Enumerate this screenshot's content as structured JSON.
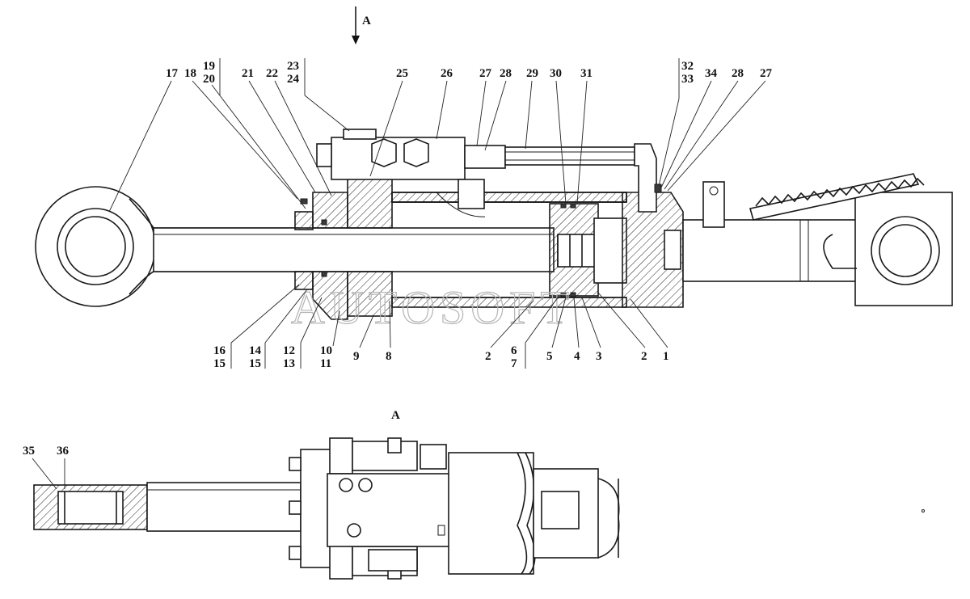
{
  "view_marker": "A",
  "section_title": "A",
  "watermark": "AUTOSOFT",
  "callouts_top": [
    "17",
    "18",
    "19",
    "20",
    "21",
    "22",
    "23",
    "24",
    "25",
    "26",
    "27",
    "28",
    "29",
    "30",
    "31",
    "32",
    "33",
    "34",
    "28",
    "27"
  ],
  "callouts_bottom": [
    "16",
    "15",
    "14",
    "15",
    "12",
    "13",
    "10",
    "11",
    "9",
    "8",
    "2",
    "6",
    "7",
    "5",
    "4",
    "3",
    "2",
    "1"
  ],
  "callouts_view_a": [
    "35",
    "36"
  ]
}
